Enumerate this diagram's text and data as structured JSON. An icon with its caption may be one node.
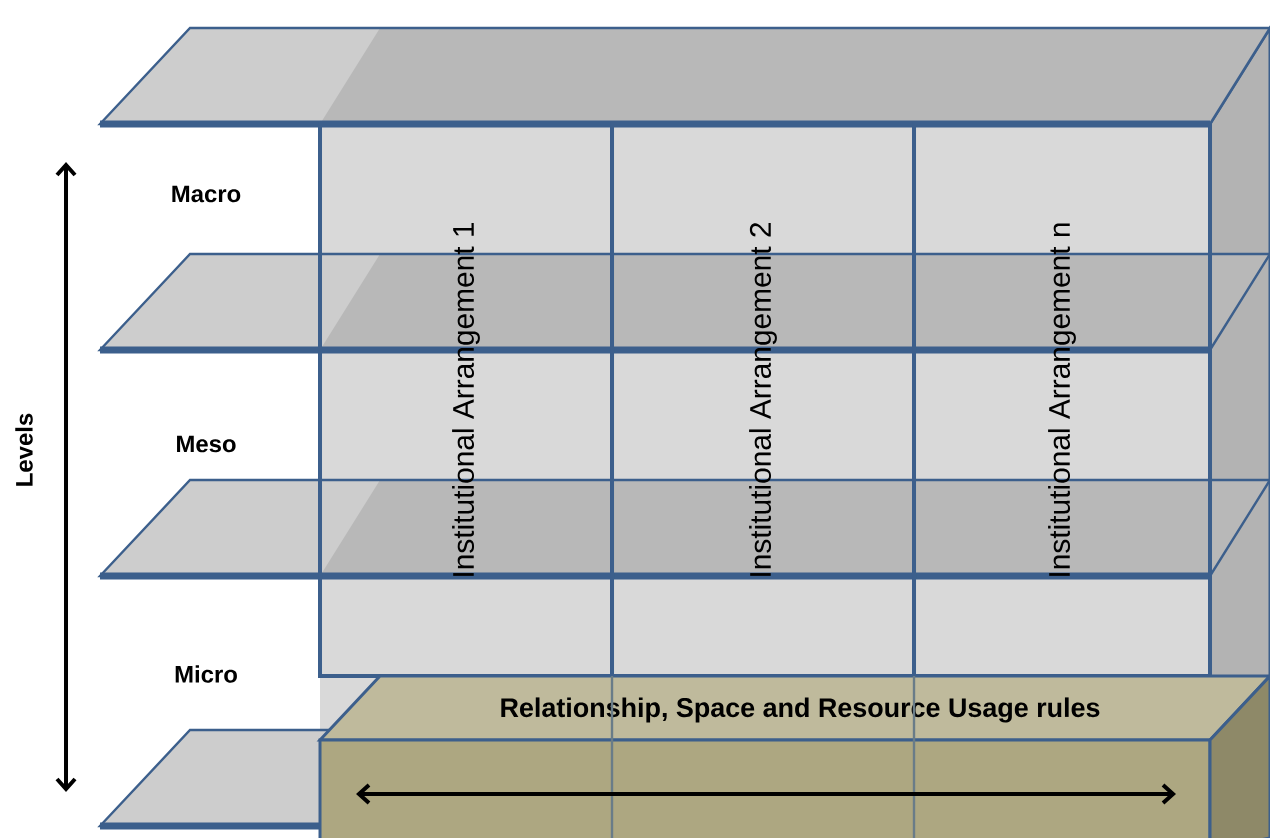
{
  "diagram": {
    "nodes": [
      {
        "text": [
          "Institutional Arrangement 1"
        ]
      },
      {
        "text": [
          "Institutional Arrangement 2"
        ]
      },
      {
        "text": [
          "Institutional Arrangement n"
        ]
      },
      {
        "text": [
          "Relationship, Space and Resource Usage rules"
        ]
      }
    ],
    "labels": [
      "Macro",
      "Levels",
      "Meso",
      "Micro"
    ]
  }
}
